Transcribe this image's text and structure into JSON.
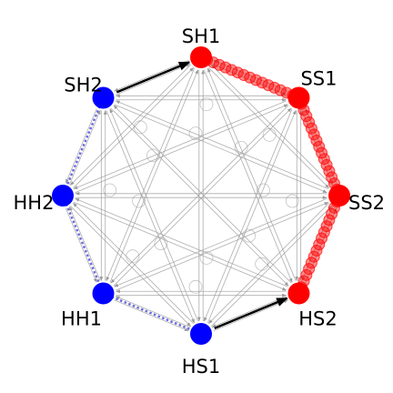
{
  "diagram": {
    "colors": {
      "group_a": "#ff0000",
      "group_b": "#0000ff",
      "edge_gray": "#9a9a9a",
      "arrow_dark": "#000000",
      "dotted_link": "#6b6be0"
    },
    "nodes": [
      {
        "id": "SH1",
        "label": "SH1",
        "group": "group_a"
      },
      {
        "id": "SS1",
        "label": "SS1",
        "group": "group_a"
      },
      {
        "id": "SS2",
        "label": "SS2",
        "group": "group_a"
      },
      {
        "id": "HS2",
        "label": "HS2",
        "group": "group_a"
      },
      {
        "id": "HS1",
        "label": "HS1",
        "group": "group_b"
      },
      {
        "id": "HH1",
        "label": "HH1",
        "group": "group_b"
      },
      {
        "id": "HH2",
        "label": "HH2",
        "group": "group_b"
      },
      {
        "id": "SH2",
        "label": "SH2",
        "group": "group_b"
      }
    ],
    "highlighted_transitions": [
      {
        "from": "SH2",
        "to": "SH1"
      },
      {
        "from": "HS1",
        "to": "HS2"
      }
    ],
    "bead_chains": [
      {
        "from": "SH1",
        "to": "SS1"
      },
      {
        "from": "SS1",
        "to": "SS2"
      },
      {
        "from": "SS2",
        "to": "HS2"
      }
    ],
    "dotted_links": [
      {
        "from": "SH2",
        "to": "HH2"
      },
      {
        "from": "HH2",
        "to": "HH1"
      },
      {
        "from": "HH1",
        "to": "HS1"
      }
    ]
  }
}
